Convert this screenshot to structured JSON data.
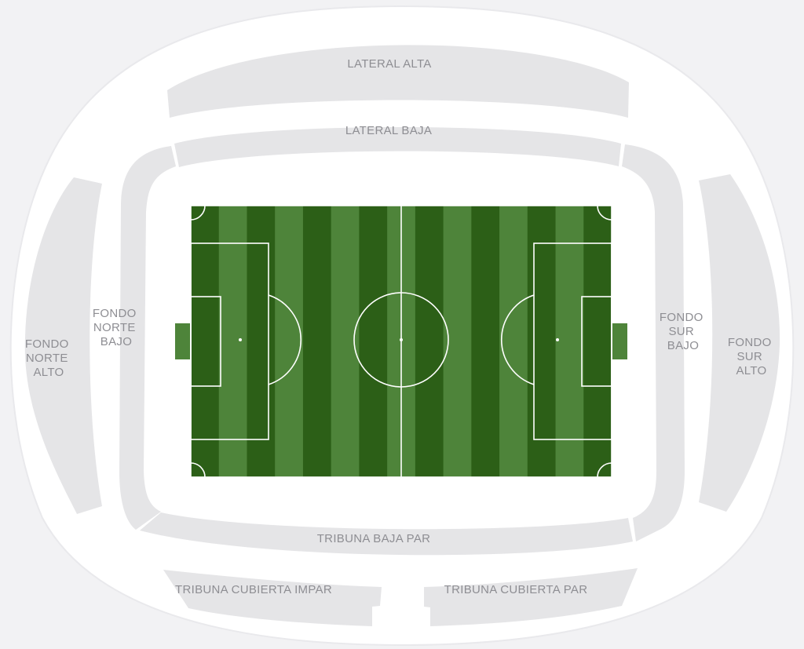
{
  "sections": {
    "lateral_alta": "LATERAL ALTA",
    "lateral_baja": "LATERAL BAJA",
    "fondo_norte_bajo": [
      "FONDO",
      "NORTE",
      "BAJO"
    ],
    "fondo_norte_alto": [
      "FONDO",
      "NORTE",
      "ALTO"
    ],
    "fondo_sur_bajo": [
      "FONDO",
      "SUR",
      "BAJO"
    ],
    "fondo_sur_alto": [
      "FONDO",
      "SUR",
      "ALTO"
    ],
    "tribuna_baja_par": "TRIBUNA BAJA PAR",
    "tribuna_cubierta_impar": "TRIBUNA CUBIERTA IMPAR",
    "tribuna_cubierta_par": "TRIBUNA CUBIERTA PAR"
  },
  "colors": {
    "section_fill": "#e5e5e7",
    "label_text": "#8e8e93",
    "pitch_dark": "#2c5f17",
    "pitch_light": "#4e843a",
    "pitch_lines": "#ffffff",
    "background": "#f2f2f4"
  },
  "pitch": {
    "stripes": 15
  }
}
